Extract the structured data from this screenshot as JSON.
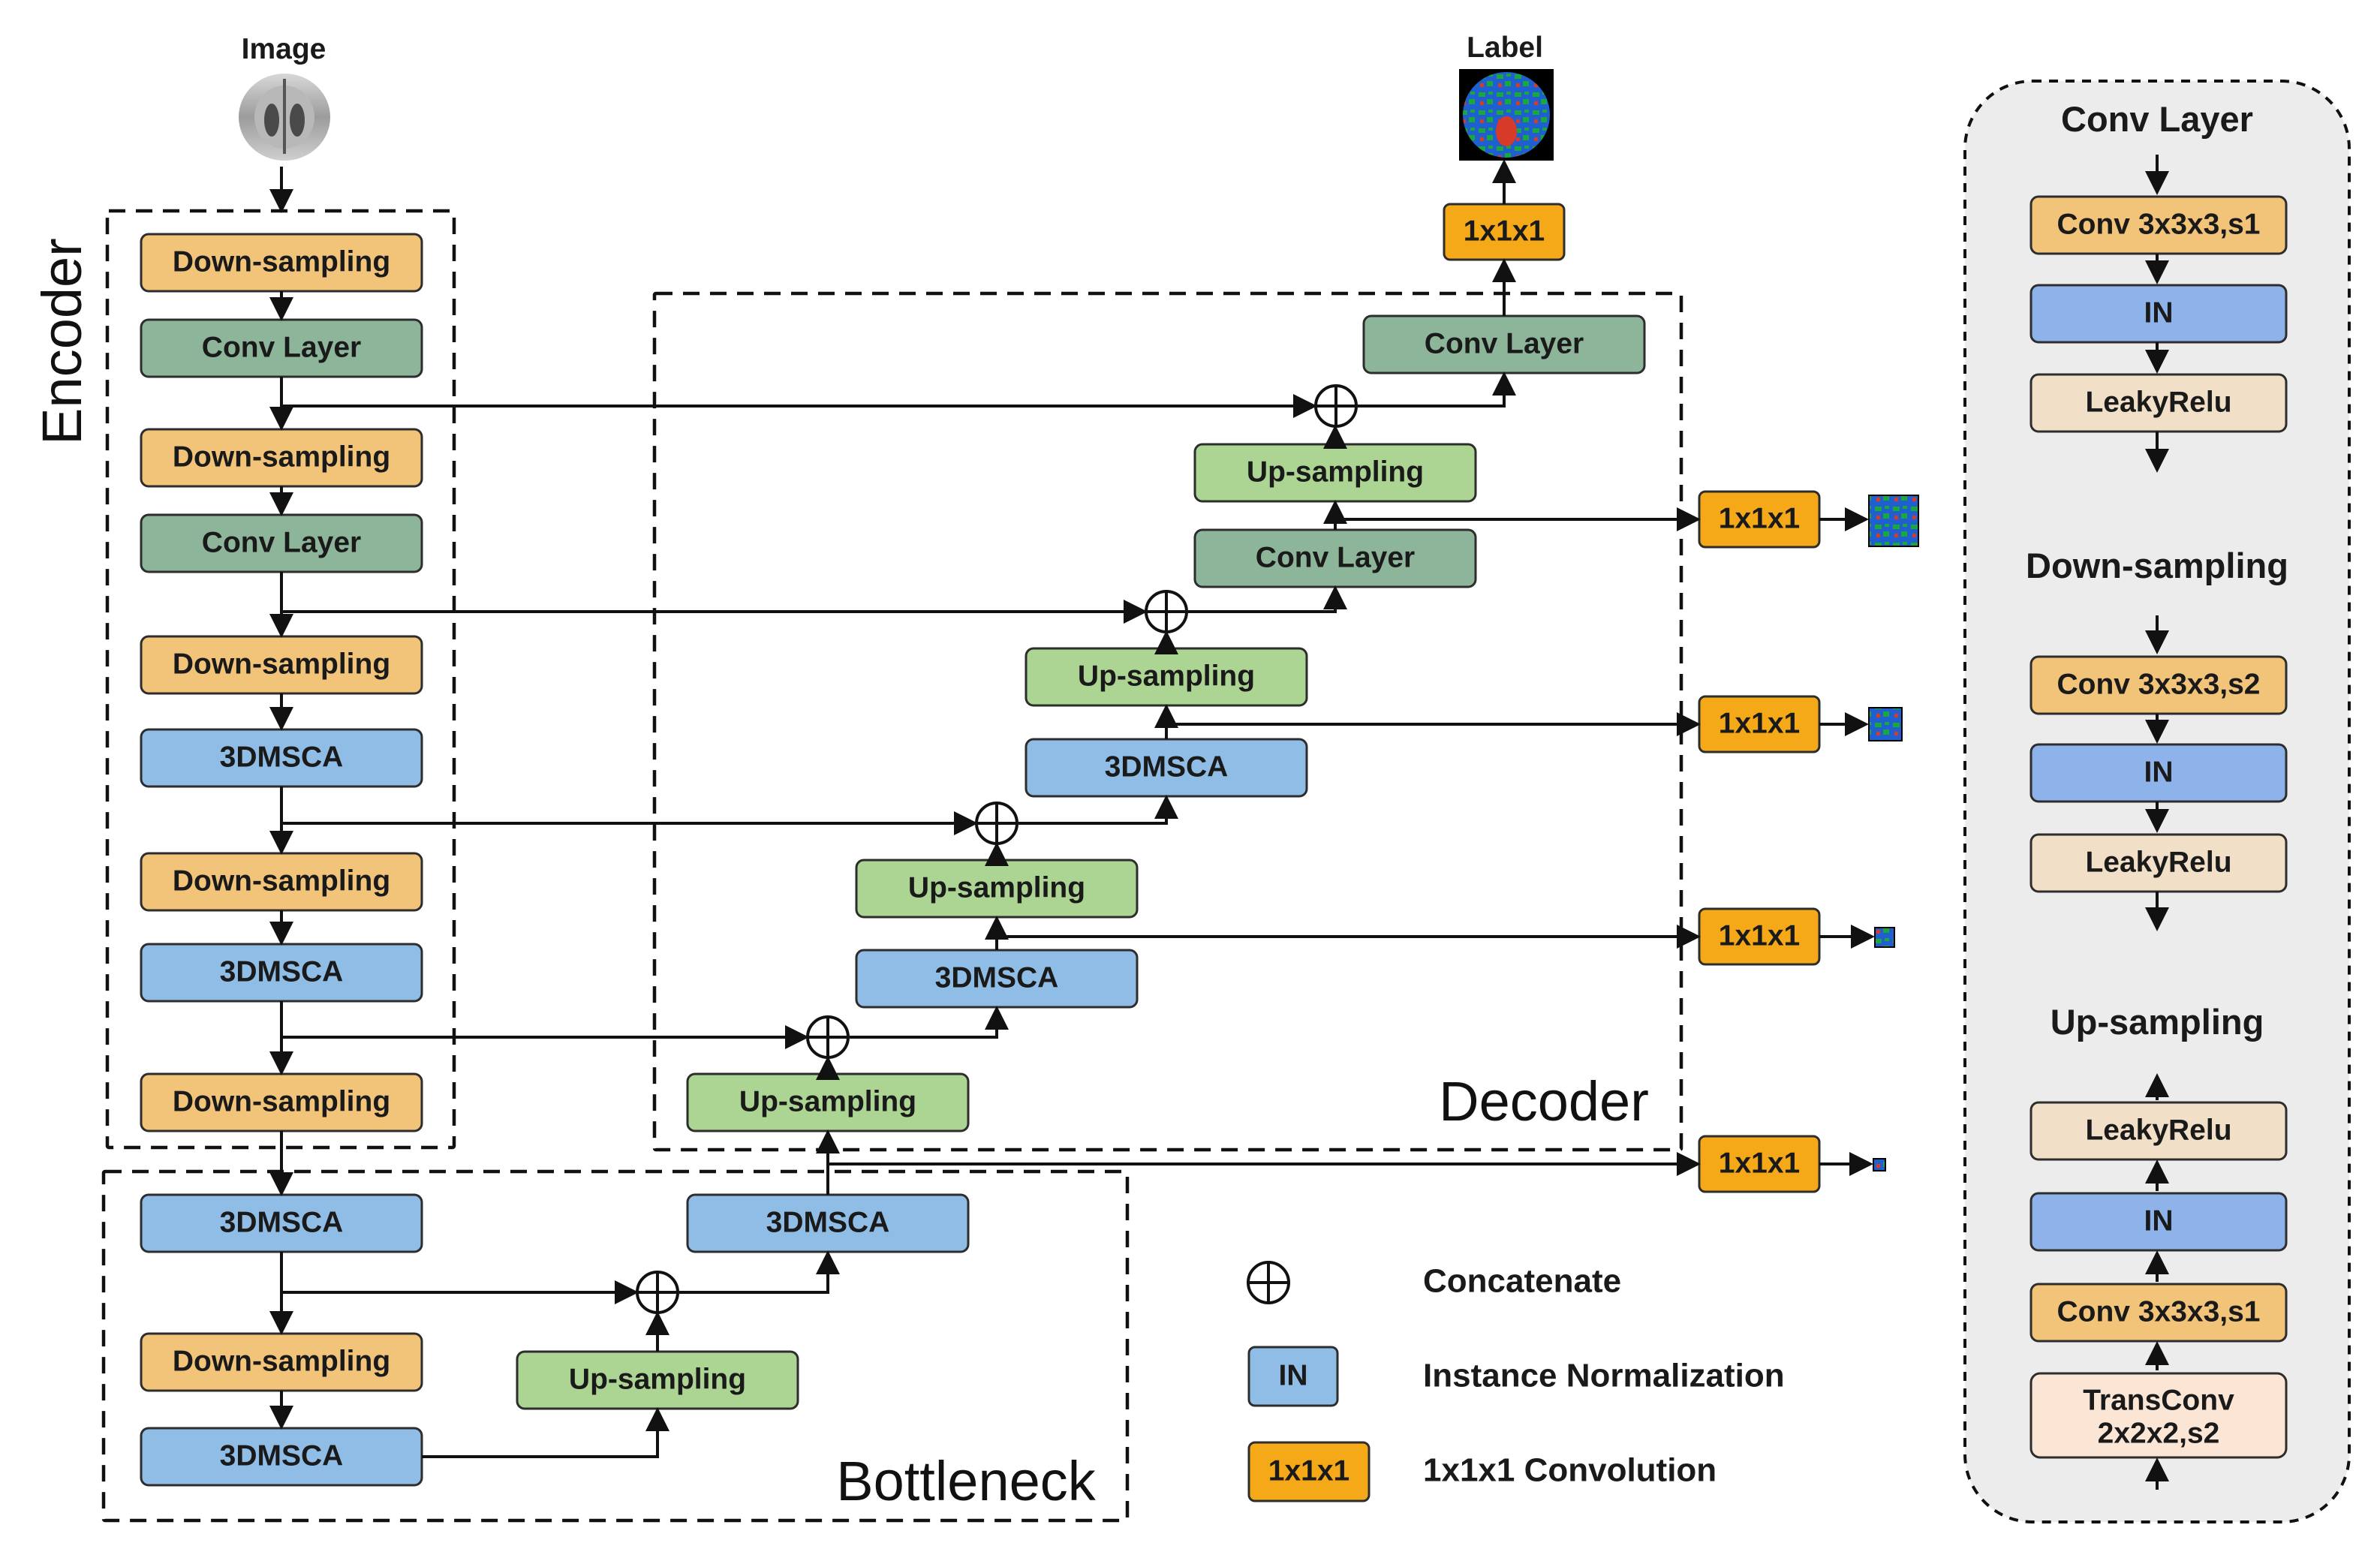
{
  "labels": {
    "image": "Image",
    "label": "Label",
    "encoder": "Encoder",
    "decoder": "Decoder",
    "bottleneck": "Bottleneck"
  },
  "blocks": {
    "down_sampling": "Down-sampling",
    "conv_layer": "Conv  Layer",
    "msca": "3DMSCA",
    "up_sampling": "Up-sampling",
    "conv1x1": "1x1x1"
  },
  "legend": {
    "concatenate": "Concatenate",
    "in_box": "IN",
    "in_text": "Instance Normalization",
    "conv_box": "1x1x1",
    "conv_text": "1x1x1 Convolution"
  },
  "detail_panel": {
    "conv_layer_title": "Conv  Layer",
    "down_sampling_title": "Down-sampling",
    "up_sampling_title": "Up-sampling",
    "conv_s1": "Conv 3x3x3,s1",
    "conv_s2": "Conv 3x3x3,s2",
    "in": "IN",
    "leaky_relu": "LeakyRelu",
    "transconv_line1": "TransConv",
    "transconv_line2": "2x2x2,s2"
  },
  "colors": {
    "down_sampling": "#f2c47a",
    "conv_layer": "#8db59a",
    "msca": "#8fbde6",
    "up_sampling": "#acd492",
    "conv1x1": "#f5a918",
    "in": "#8eb3ea",
    "leaky_relu": "#f1e0c7",
    "transconv": "#fbe6d6",
    "panel": "#ececec"
  }
}
